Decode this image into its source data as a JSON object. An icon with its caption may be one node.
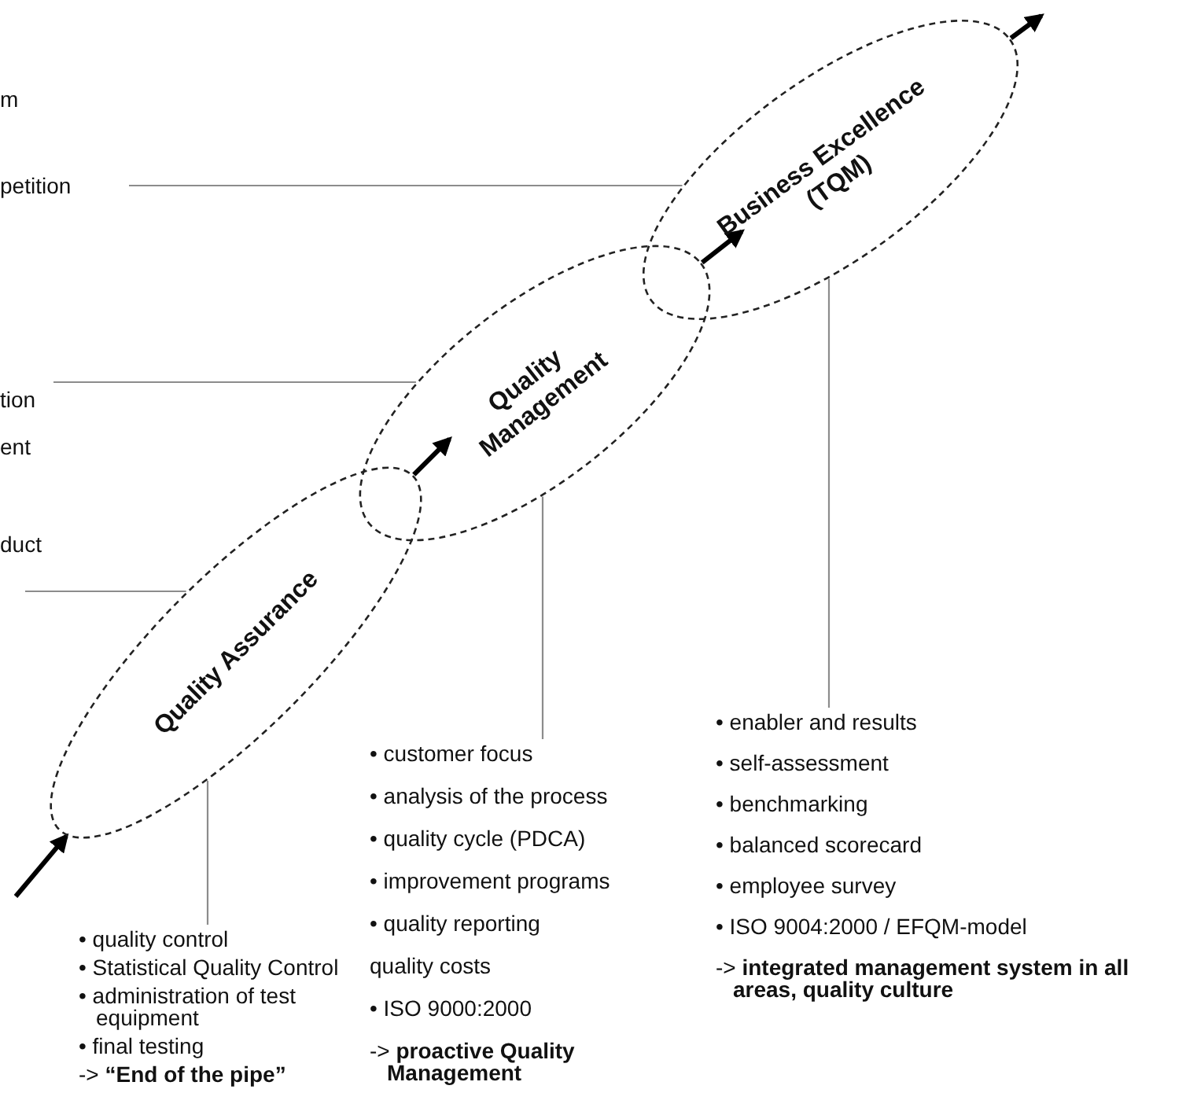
{
  "diagram": {
    "nodes": [
      {
        "text": [
          "Quality Assurance"
        ]
      },
      {
        "text": [
          "Quality Management"
        ]
      },
      {
        "text": [
          "Business Excellence (TQM)"
        ]
      },
      {
        "text": [
          "petition"
        ]
      },
      {
        "text": [
          "tion"
        ]
      },
      {
        "text": [
          "duct"
        ]
      },
      {
        "text": [
          "• quality control",
          "• Statistical Quality Control",
          "• administration of test equipment",
          "• final testing",
          "-> **“End of the pipe”**"
        ]
      },
      {
        "text": [
          "• customer focus",
          "• analysis of the process",
          "• quality cycle (PDCA)",
          "• improvement programs",
          "• quality reporting",
          "quality costs",
          "• ISO 9000:2000",
          "-> **proactive Quality Management**"
        ]
      },
      {
        "text": [
          "• enabler and results",
          "• self-assessment",
          "• benchmarking",
          "• balanced scorecard",
          "• employee survey",
          "• ISO 9004:2000 / EFQM-model",
          "-> **integrated management system in all areas, quality culture**"
        ]
      }
    ],
    "edges": [
      {
        "from": null,
        "to": 0,
        "arrow": "to",
        "style": "thick",
        "color": "#000000"
      },
      {
        "from": 0,
        "to": 1,
        "arrow": "to",
        "style": "thick",
        "color": "#000000"
      },
      {
        "from": 1,
        "to": 2,
        "arrow": "to",
        "style": "thick",
        "color": "#000000"
      },
      {
        "from": 2,
        "to": null,
        "arrow": "to",
        "style": "thick",
        "color": "#000000"
      },
      {
        "from": 3,
        "to": 2,
        "arrow": "none"
      },
      {
        "from": 4,
        "to": 1,
        "arrow": "none"
      },
      {
        "from": 5,
        "to": 0,
        "arrow": "none"
      },
      {
        "from": 6,
        "to": 0,
        "arrow": "none"
      },
      {
        "from": 7,
        "to": 1,
        "arrow": "none"
      },
      {
        "from": 8,
        "to": 2,
        "arrow": "none"
      }
    ],
    "labels": [
      "m",
      "ent"
    ]
  }
}
